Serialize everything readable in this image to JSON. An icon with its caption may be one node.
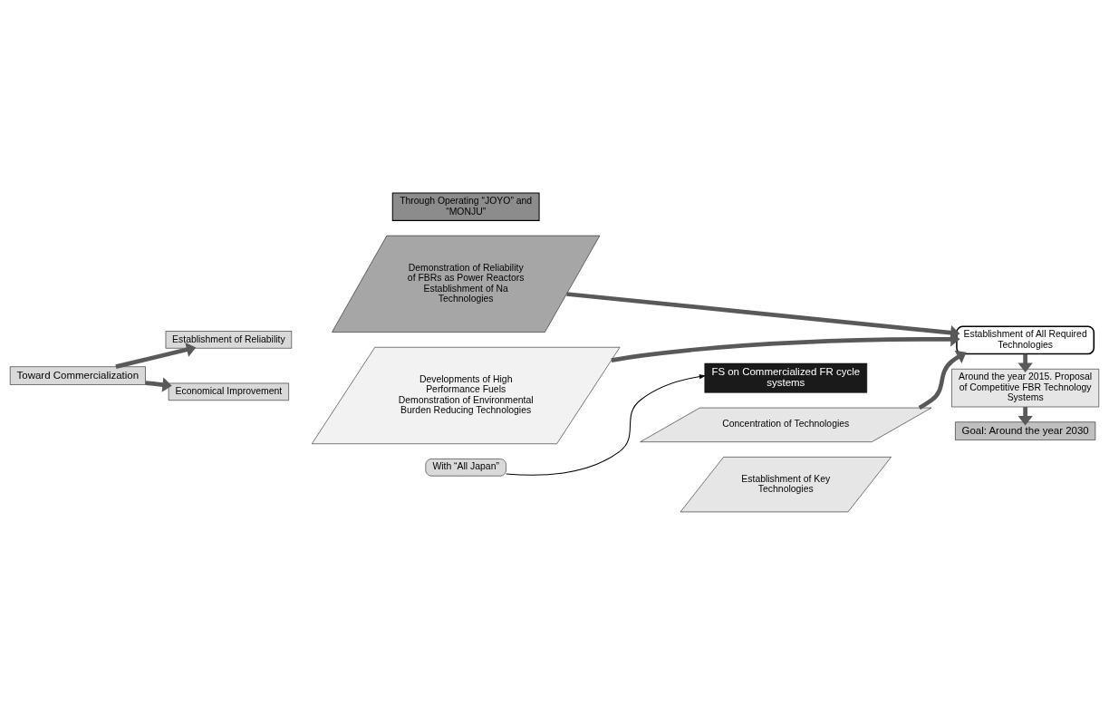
{
  "diagram": {
    "nodes": [
      {
        "text": [
          "Toward Commercialization"
        ]
      },
      {
        "text": [
          "Establishment of Reliability"
        ]
      },
      {
        "text": [
          "Economical Improvement"
        ]
      },
      {
        "text": [
          "Through Operating “JOYO” and “MONJU”"
        ]
      },
      {
        "text": [
          "Demonstration of Reliability of FBRs as Power Reactors",
          "Establishment of Na Technologies"
        ]
      },
      {
        "text": [
          "Developments of High Performance Fuels",
          "Demonstration of Environmental Burden Reducing Technologies"
        ]
      },
      {
        "text": [
          "FS on Commercialized FR cycle systems"
        ]
      },
      {
        "text": [
          "Concentration of Technologies"
        ]
      },
      {
        "text": [
          "Establishment of Key Technologies"
        ]
      },
      {
        "text": [
          "With “All Japan”"
        ]
      },
      {
        "text": [
          "Establishment of All Required Technologies"
        ]
      },
      {
        "text": [
          "Around the year 2015. Proposal of Competitive FBR Technology Systems"
        ]
      },
      {
        "text": [
          "Goal: Around the year 2030"
        ]
      }
    ],
    "edges": [
      {
        "from": 0,
        "to": 1,
        "arrow": "to"
      },
      {
        "from": 0,
        "to": 2,
        "arrow": "to"
      },
      {
        "from": 4,
        "to": 10,
        "arrow": "to"
      },
      {
        "from": 5,
        "to": 10,
        "arrow": "to"
      },
      {
        "from": 7,
        "to": 10,
        "arrow": "to"
      },
      {
        "from": 9,
        "to": 6,
        "arrow": "to",
        "color": "#000000"
      },
      {
        "from": 10,
        "to": 11,
        "arrow": "to"
      },
      {
        "from": 11,
        "to": 12,
        "arrow": "to"
      }
    ]
  }
}
